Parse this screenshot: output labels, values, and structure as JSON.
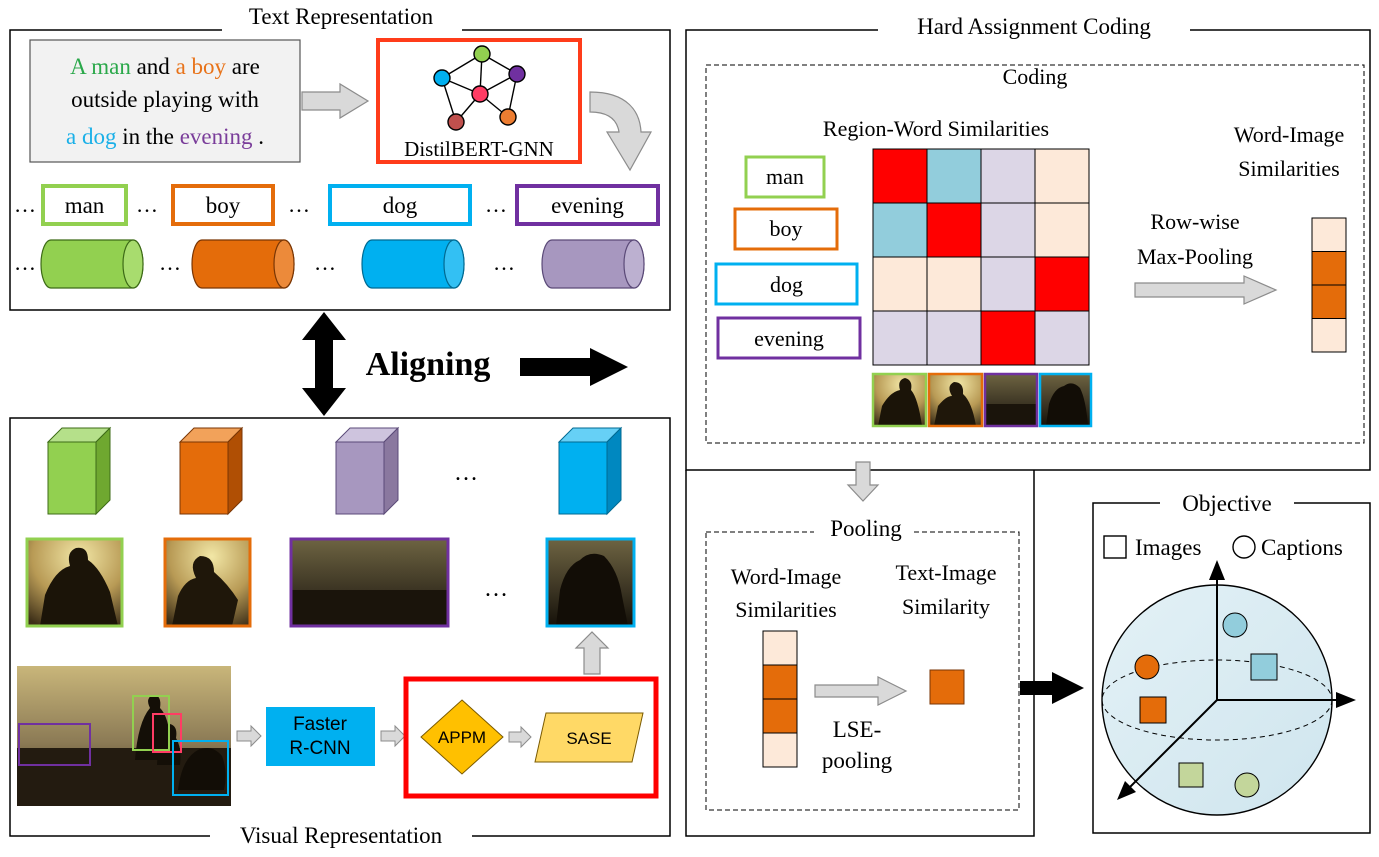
{
  "text_panel": {
    "title": "Text Representation",
    "caption_parts": [
      {
        "text": "A man",
        "color": "#2aa84a"
      },
      {
        "text": " and ",
        "color": "#000000"
      },
      {
        "text": "a boy",
        "color": "#e8731a"
      },
      {
        "text": " are",
        "color": "#000000"
      },
      {
        "text": "outside playing with",
        "color": "#000000"
      },
      {
        "text": "a dog",
        "color": "#1ab0e8"
      },
      {
        "text": " in the ",
        "color": "#000000"
      },
      {
        "text": "evening",
        "color": "#7a3d9a"
      },
      {
        "text": " .",
        "color": "#000000"
      }
    ],
    "model_label": "DistilBERT-GNN",
    "words": [
      "man",
      "boy",
      "dog",
      "evening"
    ],
    "ellipsis": "…"
  },
  "aligning_label": "Aligning",
  "visual_panel": {
    "title": "Visual Representation",
    "ellipsis": "…",
    "detector_label_1": "Faster",
    "detector_label_2": "R-CNN",
    "appm_label": "APPM",
    "sase_label": "SASE"
  },
  "hard_assignment": {
    "title": "Hard Assignment Coding",
    "coding_title": "Coding",
    "region_word_label": "Region-Word Similarities",
    "words": [
      "man",
      "boy",
      "dog",
      "evening"
    ],
    "row_wise_1": "Row-wise",
    "row_wise_2": "Max-Pooling",
    "word_image_1": "Word-Image",
    "word_image_2": "Similarities",
    "matrix_levels": [
      [
        "high",
        "low",
        "min",
        "faint"
      ],
      [
        "low",
        "high",
        "min",
        "faint"
      ],
      [
        "faint",
        "faint",
        "min",
        "high"
      ],
      [
        "min",
        "min",
        "high",
        "min"
      ]
    ],
    "vector_levels": [
      "faint",
      "mid",
      "mid",
      "faint"
    ]
  },
  "pooling": {
    "title": "Pooling",
    "word_image_1": "Word-Image",
    "word_image_2": "Similarities",
    "text_image_1": "Text-Image",
    "text_image_2": "Similarity",
    "lse_1": "LSE-",
    "lse_2": "pooling",
    "vector_levels": [
      "faint",
      "mid",
      "mid",
      "faint"
    ]
  },
  "objective": {
    "title": "Objective",
    "images_label": "Images",
    "captions_label": "Captions"
  },
  "colors": {
    "green": "#92d050",
    "orange": "#e46c0a",
    "cyan": "#00b0f0",
    "purple": "#a797bf",
    "red": "#ff0000",
    "light_blue": "#92cddc",
    "lavender": "#dcd6e6",
    "peach": "#fde9d9",
    "amber": "#ffc000",
    "sase_yellow": "#ffd966"
  }
}
